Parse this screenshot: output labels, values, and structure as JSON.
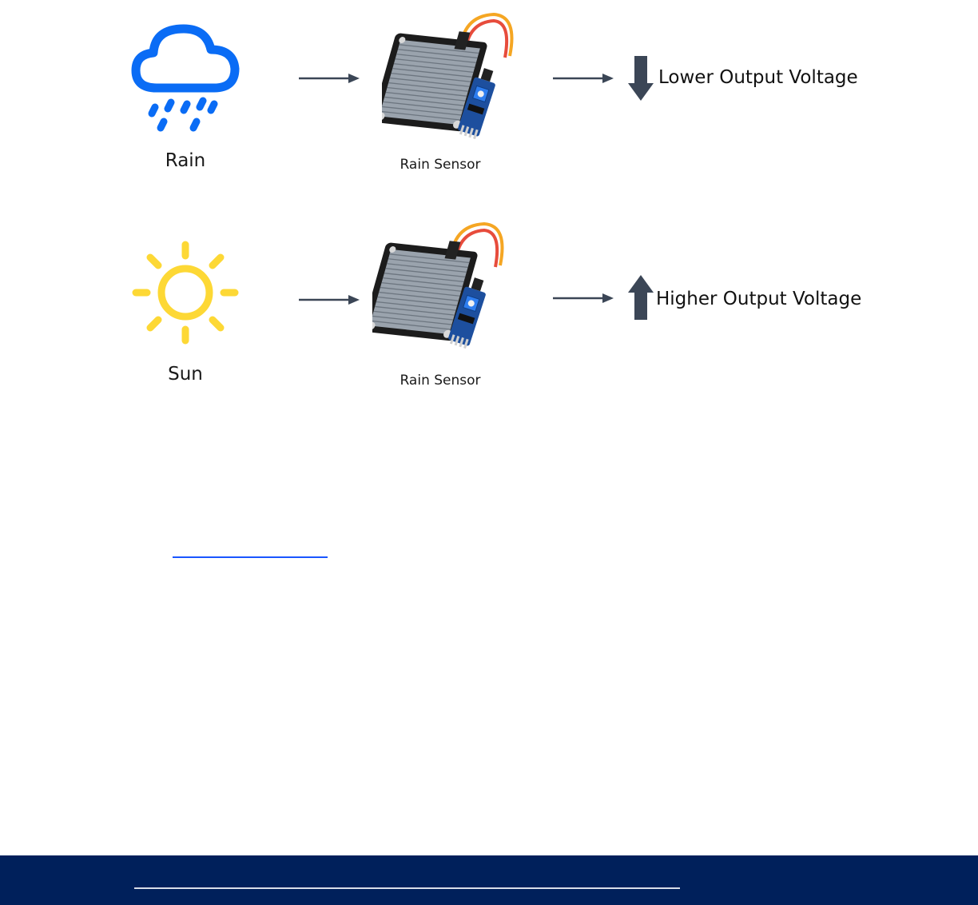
{
  "rows": [
    {
      "source_label": "Rain",
      "source_icon": "rain-cloud-icon",
      "sensor_label": "Rain Sensor",
      "output_label": "Lower Output Voltage",
      "output_icon": "arrow-down-icon"
    },
    {
      "source_label": "Sun",
      "source_icon": "sun-icon",
      "sensor_label": "Rain Sensor",
      "output_label": "Higher Output Voltage",
      "output_icon": "arrow-up-icon"
    }
  ],
  "colors": {
    "rain_icon": "#0a6cf5",
    "sun_icon": "#fdd835",
    "arrow": "#3b4656",
    "footer": "#00205b",
    "link": "#1a56ff"
  }
}
